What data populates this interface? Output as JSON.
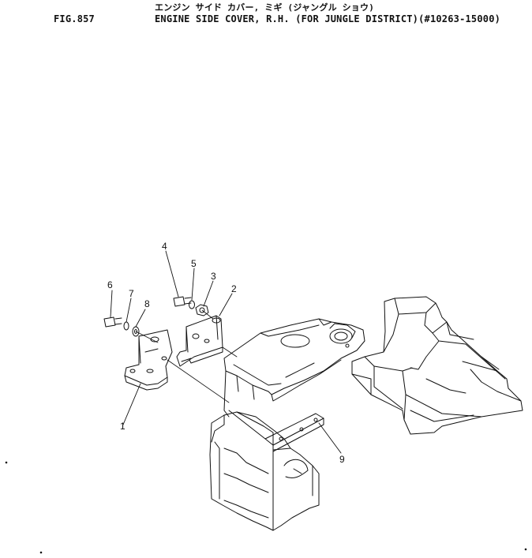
{
  "header": {
    "japanese_title": "エンジン サイド カバー, ミギ (ジャングル ショウ)",
    "figure_number": "FIG.857",
    "english_title": "ENGINE SIDE COVER, R.H. (FOR JUNGLE DISTRICT)(#10263-15000)"
  },
  "callouts": {
    "c1": "1",
    "c2": "2",
    "c3": "3",
    "c4": "4",
    "c5": "5",
    "c6": "6",
    "c7": "7",
    "c8": "8",
    "c9": "9"
  },
  "colors": {
    "ink": "#111111",
    "paper": "#ffffff"
  }
}
